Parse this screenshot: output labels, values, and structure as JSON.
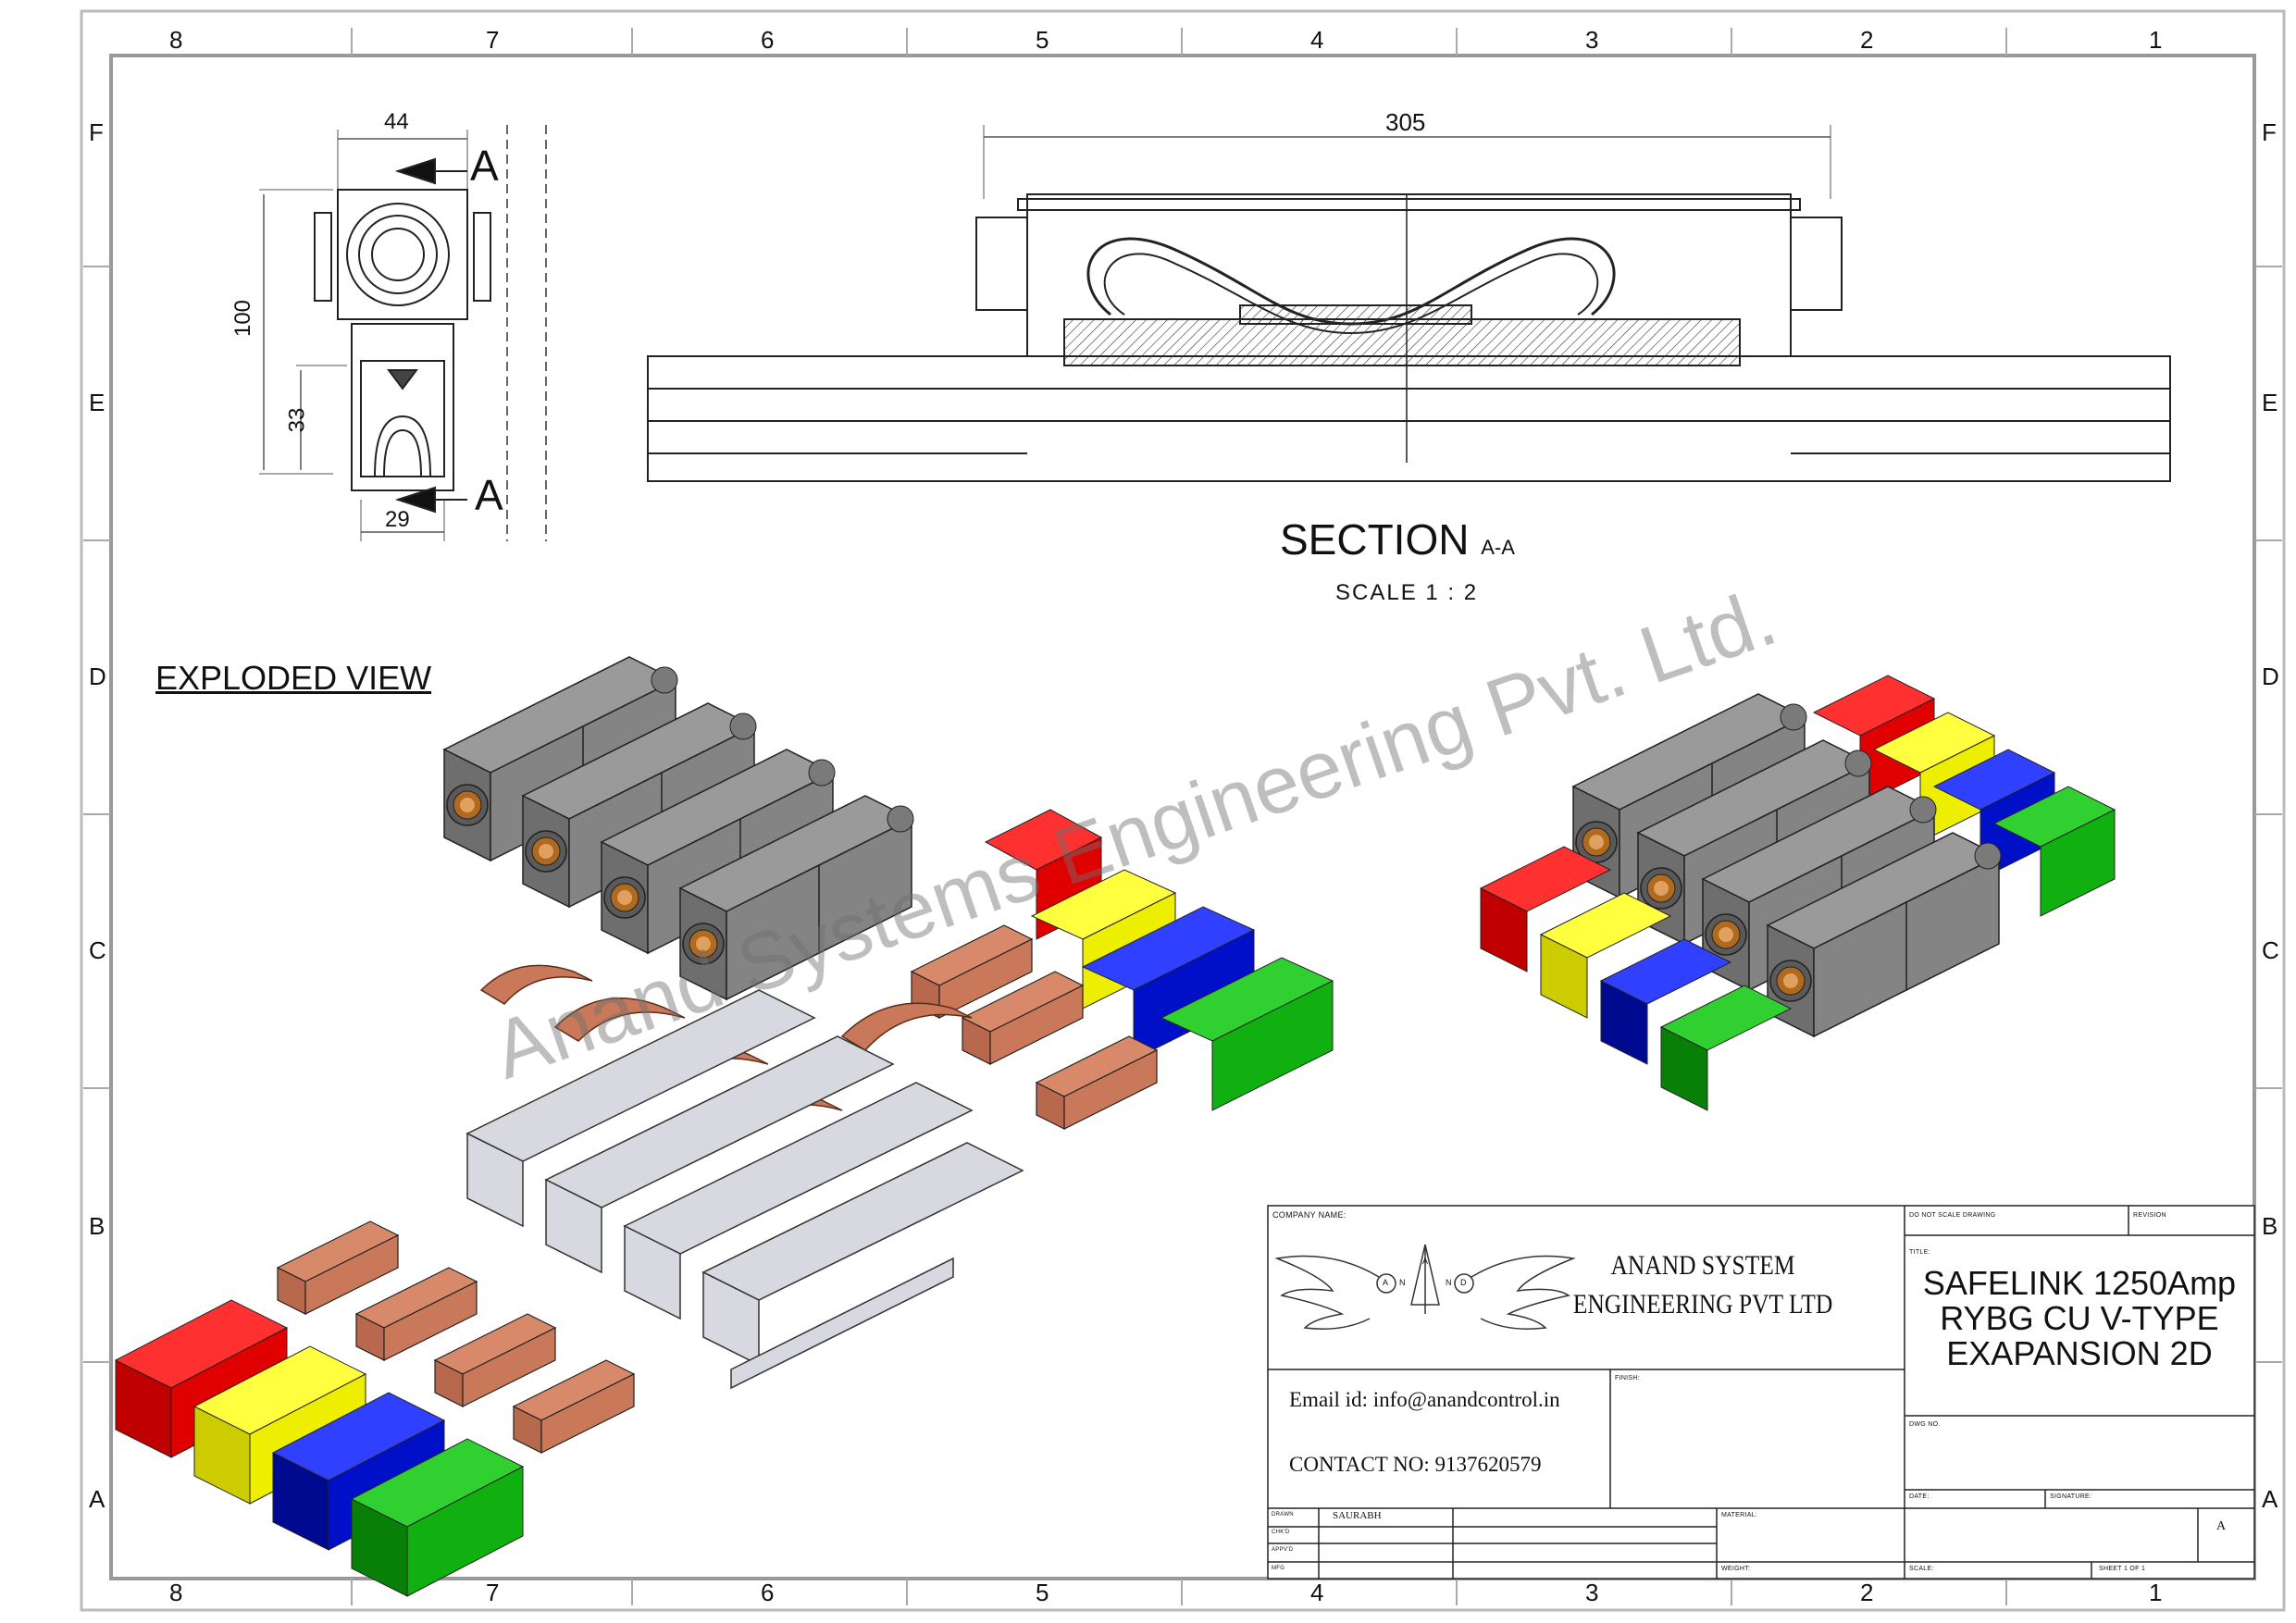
{
  "zones": {
    "columns": [
      "8",
      "7",
      "6",
      "5",
      "4",
      "3",
      "2",
      "1"
    ],
    "rows": [
      "F",
      "E",
      "D",
      "C",
      "B",
      "A"
    ]
  },
  "section_view": {
    "dim_width": "305",
    "title_main": "SECTION",
    "title_suffix": "A-A",
    "scale": "SCALE 1 : 2"
  },
  "end_view": {
    "dim_width_top": "44",
    "dim_height": "100",
    "dim_lower_height": "33",
    "dim_width_bottom": "29",
    "section_marker": "A"
  },
  "exploded_label": "EXPLODED VIEW",
  "watermark": "Anand Systems Engineering Pvt. Ltd.",
  "title_block": {
    "company_name_label": "COMPANY NAME:",
    "company_line1": "ANAND SYSTEM",
    "company_line2": "ENGINEERING PVT LTD",
    "logo_letters": [
      "A",
      "N",
      "A",
      "N",
      "D"
    ],
    "do_not_scale": "DO NOT SCALE DRAWING",
    "revision_label": "REVISION",
    "title_label": "TITLE:",
    "title_lines": [
      "SAFELINK 1250Amp",
      "RYBG CU V-TYPE",
      "EXAPANSION 2D"
    ],
    "email": "Email id: info@anandcontrol.in",
    "contact": "CONTACT NO: 9137620579",
    "finish_label": "FINISH:",
    "dwg_no_label": "DWG NO.",
    "date_label": "DATE:",
    "signature_label": "SIGNATURE:",
    "material_label": "MATERIAL:",
    "weight_label": "WEIGHT:",
    "scale_label": "SCALE:",
    "sheet_label": "SHEET 1 OF 1",
    "size": "A",
    "drawn_label": "DRAWN",
    "drawn_by": "SAURABH",
    "chkd_label": "CHK'D",
    "appvd_label": "APPV'D",
    "mfg_label": "MFG"
  },
  "colors": {
    "red": "#e00000",
    "yellow": "#eeee00",
    "blue": "#0010c8",
    "green": "#10b010",
    "copper": "#c9785a",
    "housing": "#808080"
  }
}
